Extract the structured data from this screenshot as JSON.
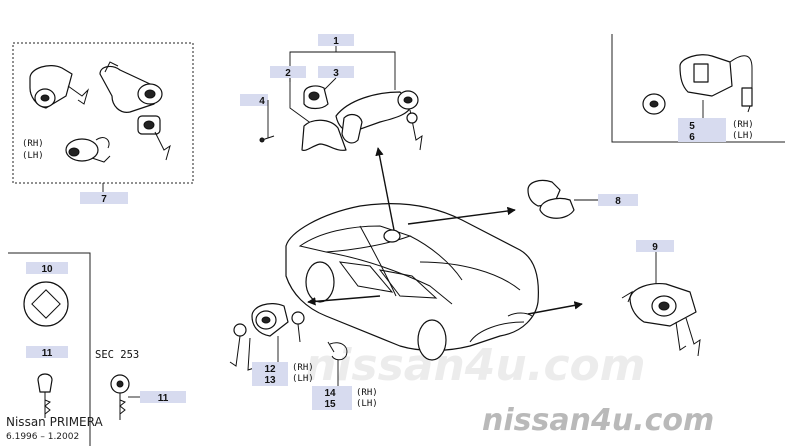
{
  "labels": {
    "p1": "1",
    "p2": "2",
    "p3": "3",
    "p4": "4",
    "p5": "5",
    "p6": "6",
    "p7": "7",
    "p8": "8",
    "p9": "9",
    "p10": "10",
    "p11a": "11",
    "p11b": "11",
    "p12": "12",
    "p13": "13",
    "p14": "14",
    "p15": "15"
  },
  "sides": {
    "g7_rh": "(RH)",
    "g7_lh": "(LH)",
    "g56_rh": "(RH)",
    "g56_lh": "(LH)",
    "g1213_rh": "(RH)",
    "g1213_lh": "(LH)",
    "g1415_rh": "(RH)",
    "g1415_lh": "(LH)"
  },
  "section_ref": "SEC 253",
  "footer": {
    "brand": "Nissan PRIMERA",
    "range": "6.1996  –  1.2002"
  },
  "watermark": {
    "center": "nissan4u.com",
    "corner": "nissan4u.com"
  },
  "colors": {
    "tag": "#d7dbef",
    "lines": "#111111"
  }
}
